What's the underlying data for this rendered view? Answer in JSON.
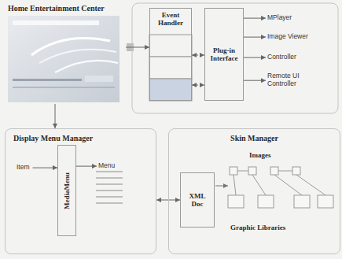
{
  "diagram": {
    "nodes": [
      {
        "text": [
          "Home Entertainment Center"
        ]
      },
      {
        "text": [
          "Event Handler"
        ]
      },
      {
        "text": [
          "Plug-in Interface"
        ]
      },
      {
        "text": [
          "MPlayer"
        ]
      },
      {
        "text": [
          "Image Viewer"
        ]
      },
      {
        "text": [
          "Controller"
        ]
      },
      {
        "text": [
          "Remote UI Controller"
        ]
      },
      {
        "text": [
          "Display Menu Manager"
        ]
      },
      {
        "text": [
          "Item"
        ],
        "in": 7
      },
      {
        "text": [
          "MediaMenu"
        ],
        "in": 7
      },
      {
        "text": [
          "Menu"
        ],
        "in": 7
      },
      {
        "text": [
          "Skin Manager"
        ]
      },
      {
        "text": [
          "XML Doc"
        ],
        "in": 11
      }
    ],
    "edges": [
      {
        "from": 0,
        "to": 1,
        "arrow": "to"
      },
      {
        "from": 1,
        "to": 2,
        "arrow": "both"
      },
      {
        "from": 1,
        "to": 2,
        "arrow": "both"
      },
      {
        "from": 2,
        "to": 3,
        "arrow": "to"
      },
      {
        "from": 2,
        "to": 4,
        "arrow": "to"
      },
      {
        "from": 2,
        "to": 5,
        "arrow": "to"
      },
      {
        "from": 2,
        "to": 6,
        "arrow": "to"
      },
      {
        "from": 8,
        "to": 9,
        "arrow": "to"
      },
      {
        "from": 9,
        "to": 10,
        "arrow": "to"
      },
      {
        "from": 7,
        "to": 12,
        "arrow": "both"
      },
      {
        "from": 0,
        "to": 7,
        "arrow": "to"
      }
    ],
    "labels": [
      "Images",
      "Graphic Libraries"
    ]
  }
}
